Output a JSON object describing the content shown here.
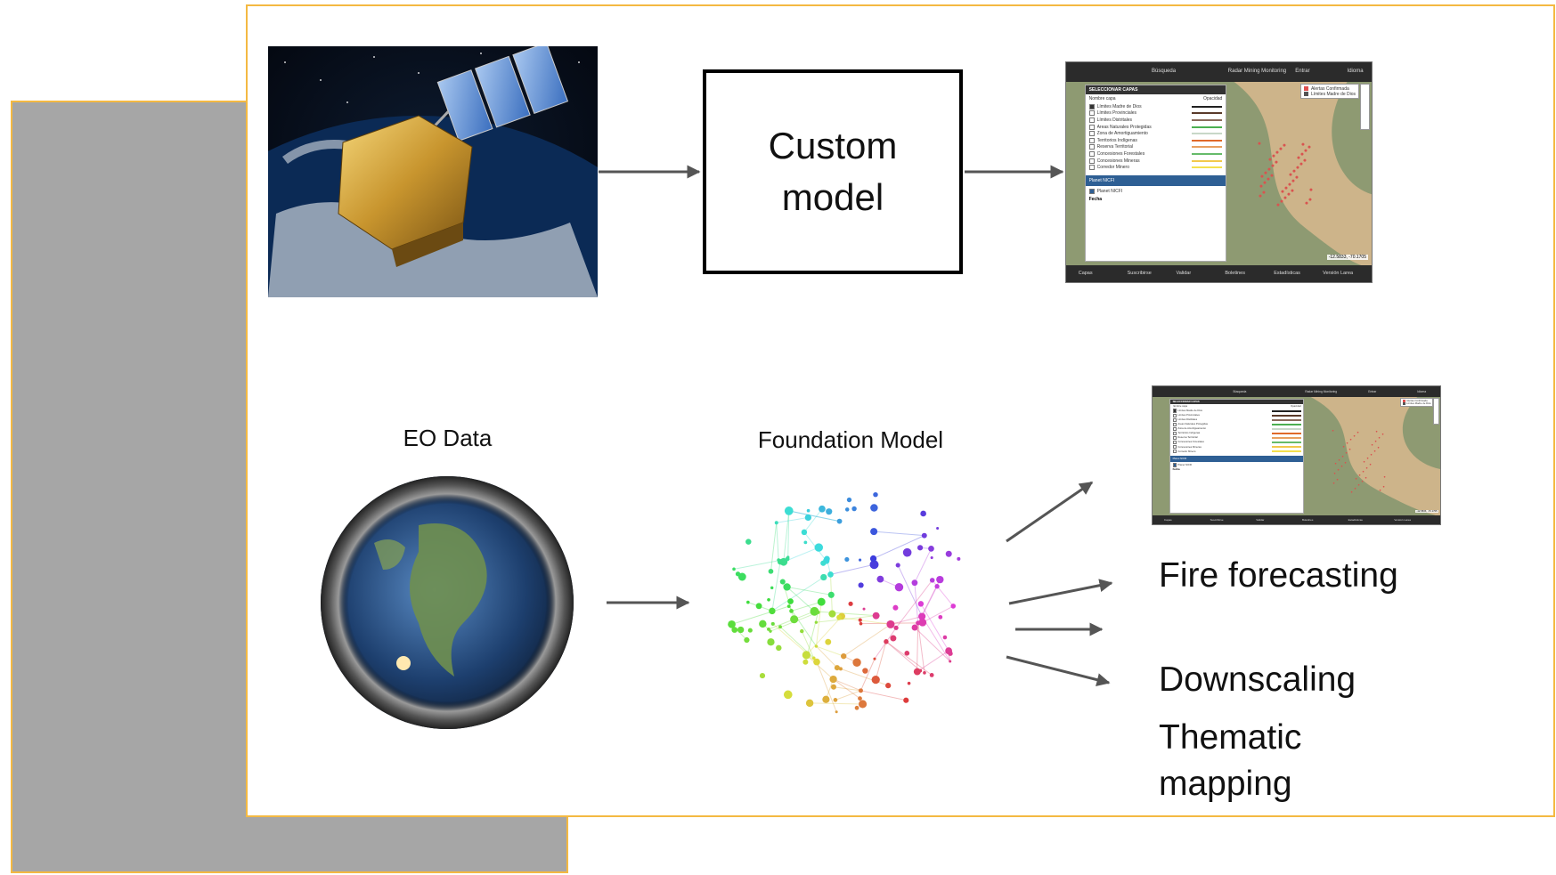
{
  "top_row": {
    "box_label": "Custom model"
  },
  "bottom_row": {
    "input_label": "EO Data",
    "model_label": "Foundation Model",
    "outputs": [
      "Fire forecasting",
      "Downscaling",
      "Thematic mapping"
    ]
  },
  "app_screenshot": {
    "top_bar": {
      "search": "Búsqueda",
      "brand": "Radar Mining Monitoring",
      "login": "Entrar",
      "language": "Idioma"
    },
    "panel": {
      "title": "SELECCIONAR CAPAS",
      "col_name": "Nombre capa",
      "col_opacity": "Opacidad",
      "layers": [
        {
          "name": "Límites Madre de Dios",
          "checked": true,
          "color": "#222222"
        },
        {
          "name": "Límites Provinciales",
          "checked": false,
          "color": "#5a3a2a"
        },
        {
          "name": "Límites Distritales",
          "checked": false,
          "color": "#8a6a5a"
        },
        {
          "name": "Áreas Naturales Protegidas",
          "checked": false,
          "color": "#4caf50"
        },
        {
          "name": "Zona de Amortiguamiento",
          "checked": false,
          "color": "#c8d8c8"
        },
        {
          "name": "Territorios Indígenas",
          "checked": false,
          "color": "#e06a2a"
        },
        {
          "name": "Reserva Territorial",
          "checked": false,
          "color": "#e8a060"
        },
        {
          "name": "Concesiones Forestales",
          "checked": false,
          "color": "#66bb6a"
        },
        {
          "name": "Concesiones Mineras",
          "checked": false,
          "color": "#f2c94c"
        },
        {
          "name": "Corredor Minero",
          "checked": false,
          "color": "#f4e04d"
        }
      ],
      "selected_group": "Planet NICFI",
      "group_item": "Planet NICFI",
      "date_label": "Fecha"
    },
    "legend": [
      "Alertas Confirmada",
      "Límites Madre de Dios"
    ],
    "legend_colors": [
      "#e05050",
      "#555555"
    ],
    "coordinates": "-12.5833, -70.1705",
    "bottom_bar": [
      "Capas",
      "Suscribirse",
      "Validar",
      "Boletines",
      "Estadísticas",
      "Versión Larea"
    ]
  }
}
